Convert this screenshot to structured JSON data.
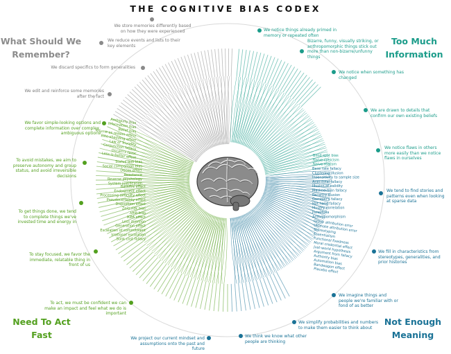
{
  "title": "THE COGNITIVE BIAS CODEX",
  "quadrants": {
    "memory": "What Should We Remember?",
    "information": "Too Much Information",
    "meaning": "Not Enough Meaning",
    "act": "Need To Act Fast"
  },
  "colors": {
    "memory": "#8c8c8c",
    "information": "#1b9c8a",
    "meaning": "#1a7296",
    "act": "#53a01f"
  },
  "categories": {
    "m1": "We store memories differently based on how they were experienced",
    "m2": "We reduce events and lists to their key elements",
    "m3": "We discard specifics to form generalities",
    "m4": "We edit and reinforce some memories after the fact",
    "i1": "We notice things already primed in memory or repeated often",
    "i2": "Bizarre, funny, visually striking, or anthropomorphic things stick out more than non-bizarre/unfunny things",
    "i3": "We notice when something has changed",
    "i4": "We are drawn to details that confirm our own existing beliefs",
    "i5": "We notice flaws in others more easily than we notice flaws in ourselves",
    "n1": "We tend to find stories and patterns even when looking at sparse data",
    "n2": "We fill in characteristics from stereotypes, generalities, and prior histories",
    "n3": "We imagine things and people we're familiar with or fond of as better",
    "n4": "We simplify probabilities and numbers to make them easier to think about",
    "n5": "We think we know what other people are thinking",
    "n6": "We project our current mindset and assumptions onto the past and future",
    "a1": "We favor simple-looking options and complete information over complex, ambiguous options",
    "a2": "To avoid mistakes, we aim to preserve autonomy and group status, and avoid irreversible decisions",
    "a3": "To get things done, we tend to complete things we've invested time and energy in",
    "a4": "To stay focused, we favor the immediate, relatable thing in front of us",
    "a5": "To act, we must be confident we can make an impact and feel what we do is important"
  },
  "biases": {
    "right_upper": [
      "Base rate fallacy",
      "Clustering illusion",
      "Insensitivity to sample size",
      "Anecdotal fallacy",
      "Illusion of validity",
      "Masked-man fallacy",
      "Recency illusion",
      "Gambler's fallacy",
      "Hot-hand fallacy",
      "Illusory correlation",
      "Pareidolia",
      "Anthropomorphism"
    ],
    "right_mid": [
      "Blind spot bias",
      "Naive cynicism",
      "Naive realism"
    ],
    "right_lower": [
      "Group attribution error",
      "Ultimate attribution error",
      "Stereotyping",
      "Essentialism",
      "Functional fixedness",
      "Moral credential effect",
      "Just-world hypothesis",
      "Argument from fallacy",
      "Authority bias",
      "Automation bias",
      "Bandwagon effect",
      "Placebo effect"
    ],
    "left_upper": [
      "Status quo bias",
      "Social comparison bias",
      "Decoy effect",
      "Reactance",
      "Reverse psychology",
      "System justification"
    ],
    "left_mid": [
      "Backfire effect",
      "Endowment effect",
      "Processing difficulty effect",
      "Pseudocertainty effect",
      "Disposition effect",
      "Zero-risk bias",
      "Unit bias",
      "IKEA effect",
      "Loss aversion",
      "Generation effect",
      "Escalation of commitment",
      "Irrational escalation",
      "Sunk cost fallacy"
    ],
    "left_lower": [
      "Ambiguity bias",
      "Information bias",
      "Belief bias",
      "Rhyme as reason effect",
      "Bike-shedding effect",
      "Law of Triviality",
      "Conjunction fallacy",
      "Occam's razor",
      "Less-is-better effect"
    ]
  }
}
